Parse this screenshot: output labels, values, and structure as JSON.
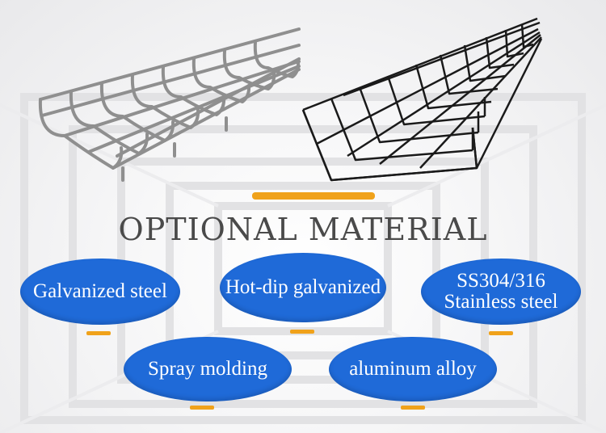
{
  "title": "OPTIONAL MATERIAL",
  "materials": [
    {
      "label": "Galvanized steel"
    },
    {
      "label": "Hot-dip galvanized"
    },
    {
      "label_line1": "SS304/316",
      "label_line2": "Stainless steel"
    },
    {
      "label": "Spray molding"
    },
    {
      "label": "aluminum alloy"
    }
  ],
  "colors": {
    "badge_blue": "#1f6ad8",
    "accent_orange": "#f0a21b",
    "title_gray": "#4a4a4a",
    "galvanized_wire": "#8f8f8f",
    "black_wire": "#1a1a1a"
  },
  "images": [
    {
      "name": "galvanized-wire-mesh-cable-tray"
    },
    {
      "name": "black-wire-mesh-cable-tray"
    }
  ]
}
